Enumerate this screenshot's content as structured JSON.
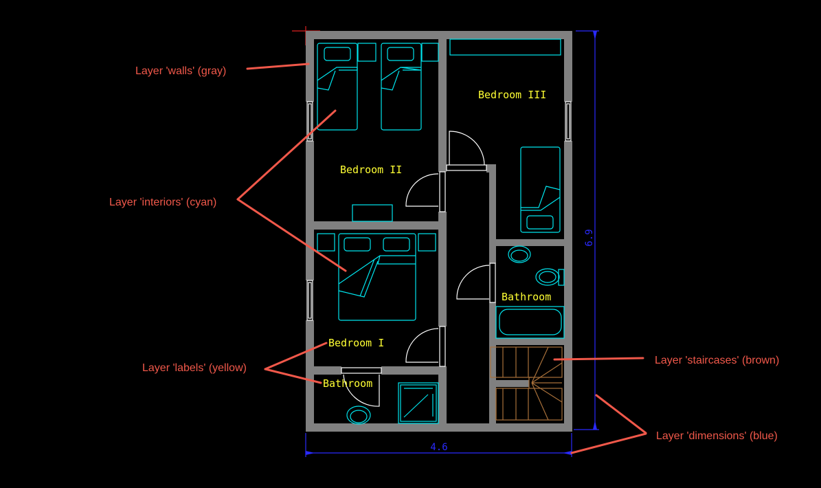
{
  "room_labels": {
    "bedroom_2": "Bedroom II",
    "bedroom_3": "Bedroom III",
    "bedroom_1": "Bedroom I",
    "bathroom_upper": "Bathroom",
    "bathroom_lower": "Bathroom"
  },
  "dimensions": {
    "height": "6.9",
    "width": "4.6"
  },
  "annotations": {
    "walls": "Layer 'walls' (gray)",
    "interiors": "Layer 'interiors' (cyan)",
    "labels": "Layer 'labels' (yellow)",
    "staircases": "Layer 'staircases' (brown)",
    "dimensions": "Layer 'dimensions' (blue)"
  },
  "colors": {
    "walls": "#808080",
    "interiors": "#00e5ee",
    "labels": "#ffff33",
    "staircases": "#a8703a",
    "dimensions": "#2a2aff",
    "annotations": "#f0584a"
  }
}
